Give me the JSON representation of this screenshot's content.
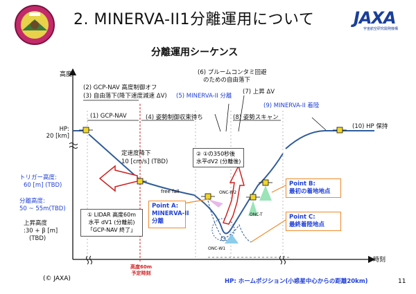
{
  "header": {
    "title": "2. MINERVA-II1分離運用について",
    "subtitle": "分離運用シーケンス",
    "jaxa_logo": "JAXA",
    "jaxa_caption": "宇宙航空研究開発機構"
  },
  "axes": {
    "y_label": "高度",
    "x_label": "時刻"
  },
  "altitude_labels": {
    "hp": [
      "HP:",
      "20 [km]"
    ],
    "trigger": [
      "トリガー高度:",
      "60 [m] (TBD)"
    ],
    "separation": [
      "分離高度:",
      "50 ~ 55m(TBD)"
    ],
    "rise": [
      "上昇高度",
      ":30 + β [m]",
      "(TBD)"
    ]
  },
  "phases": {
    "p1": "(1) GCP-NAV",
    "p2": "(2) GCP-NAV 高度制御オフ",
    "p3": "(3) 自由落下(降下速度減速 ΔV)",
    "p4": "(4) 姿勢制御収束待ち",
    "p5": "(5) MINERVA-II 分離",
    "p6a": "(6) プルームコンタミ回避",
    "p6b": "のための自由落下",
    "p7": "(7) 上昇 ΔV",
    "p8": "(8) 姿勢スキャン",
    "p9": "(9) MINERVA-II 着陸",
    "p10": "(10) HP 保持"
  },
  "annotations": {
    "descent": [
      "定速度降下",
      "10 [cm/s]  (TBD)"
    ],
    "free_fall": "free fall",
    "onc_w2": "ONC-W2",
    "onc_t": "ONC-T",
    "onc_w1": "ONC-W1",
    "altitude_60m": [
      "高度60m",
      "予定時刻"
    ],
    "note2": [
      "②  ①の350秒後",
      "水平dV2 (分離後)"
    ],
    "note1": [
      "①  LIDAR 高度60m",
      "水平 dV1 (分離前)",
      "「GCP-NAV 終了」"
    ]
  },
  "callouts": {
    "a": [
      "Point A:",
      "MINERVA-II",
      "分離"
    ],
    "b": [
      "Point B:",
      "最初の着地地点"
    ],
    "c": [
      "Point C:",
      "最終着陸地点"
    ]
  },
  "footer": {
    "copyright": "(© JAXA)",
    "hp_note": "HP: ホームポジション(小惑星中心からの距離20km)",
    "page_number": "11"
  },
  "colors": {
    "accent_blue": "#1f3fd6",
    "trajectory": "#2f5c9a",
    "callout_orange": "#ee8a2a",
    "marker_red": "#d02020"
  }
}
